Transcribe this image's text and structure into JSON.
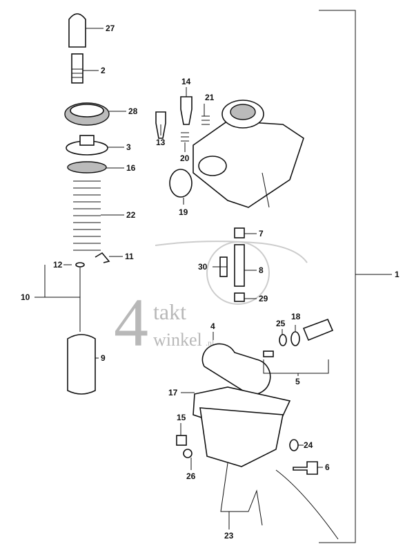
{
  "watermark": {
    "digit": "4",
    "line1": "takt",
    "line2": "winkel",
    "suffix": ".nl"
  },
  "labels": {
    "p1": "1",
    "p2": "2",
    "p3": "3",
    "p4": "4",
    "p5": "5",
    "p6": "6",
    "p7": "7",
    "p8": "8",
    "p9": "9",
    "p10": "10",
    "p11": "11",
    "p12": "12",
    "p13": "13",
    "p14": "14",
    "p15": "15",
    "p16": "16",
    "p17": "17",
    "p18": "18",
    "p19": "19",
    "p20": "20",
    "p21": "21",
    "p22": "22",
    "p23": "23",
    "p24": "24",
    "p25": "25",
    "p26": "26",
    "p27": "27",
    "p28": "28",
    "p29": "29",
    "p30": "30"
  }
}
